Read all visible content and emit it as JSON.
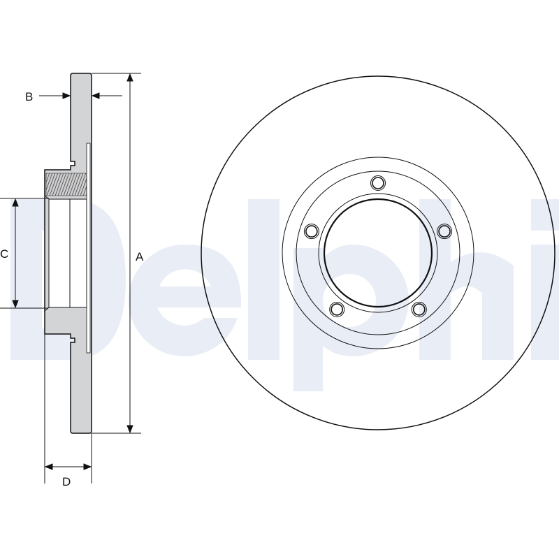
{
  "watermark": {
    "text": "Delphi",
    "color": "#e9edf6"
  },
  "labels": {
    "A": "A",
    "B": "B",
    "C": "C",
    "D": "D"
  },
  "colors": {
    "section_fill": "#d3d4d6",
    "line": "#111111",
    "thread_fill": "#c9c9cb"
  },
  "disc": {
    "bolt_holes": 5
  }
}
